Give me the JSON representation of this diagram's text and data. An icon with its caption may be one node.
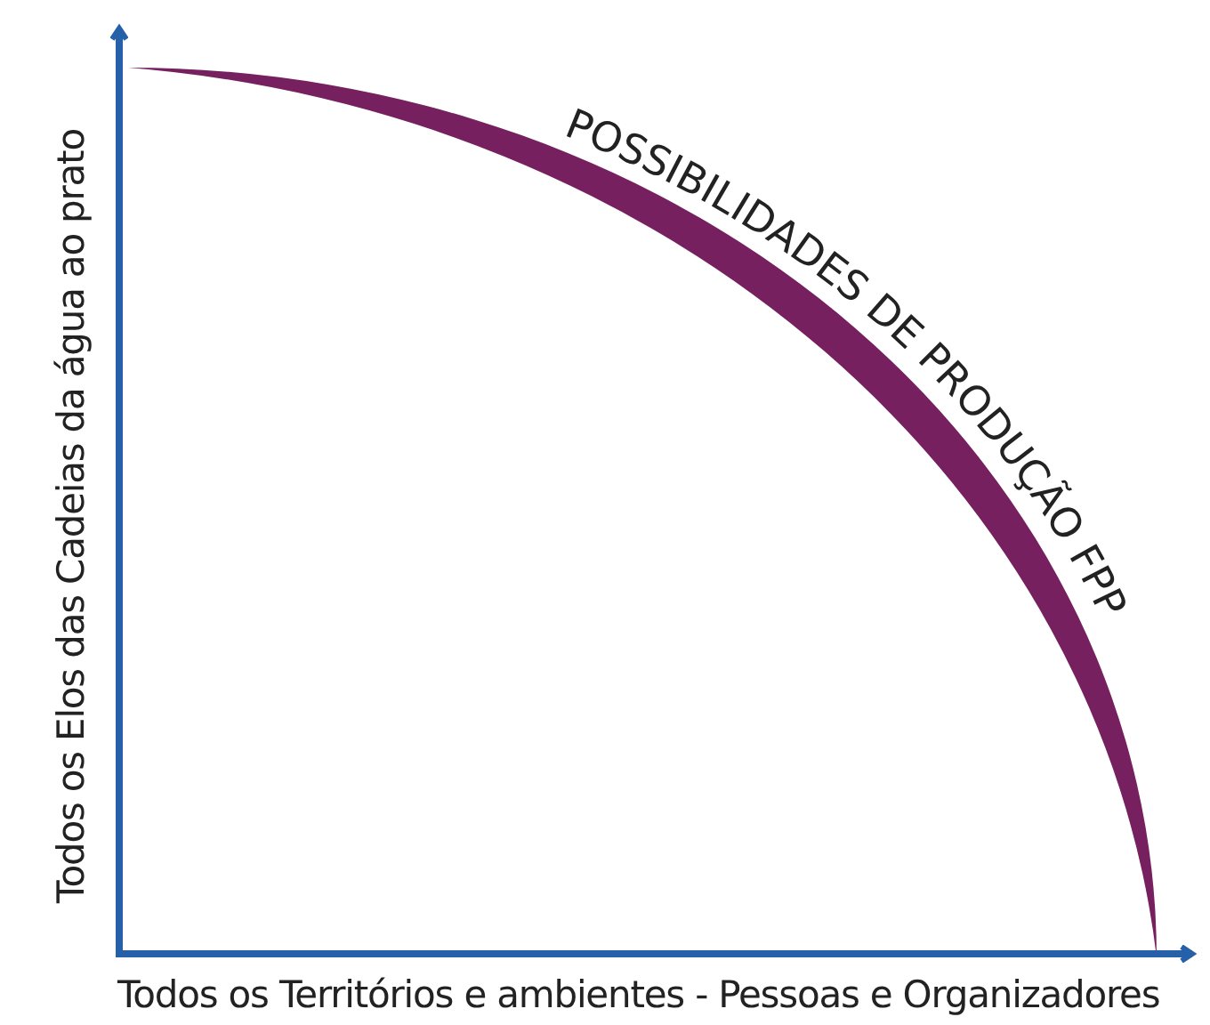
{
  "diagram": {
    "labels": [
      "POSSIBILIDADES DE PRODUÇÃO FPP",
      "Todos os Elos das Cadeias da água ao prato",
      "Todos os Territórios e ambientes - Pessoas e Organizadores"
    ]
  }
}
